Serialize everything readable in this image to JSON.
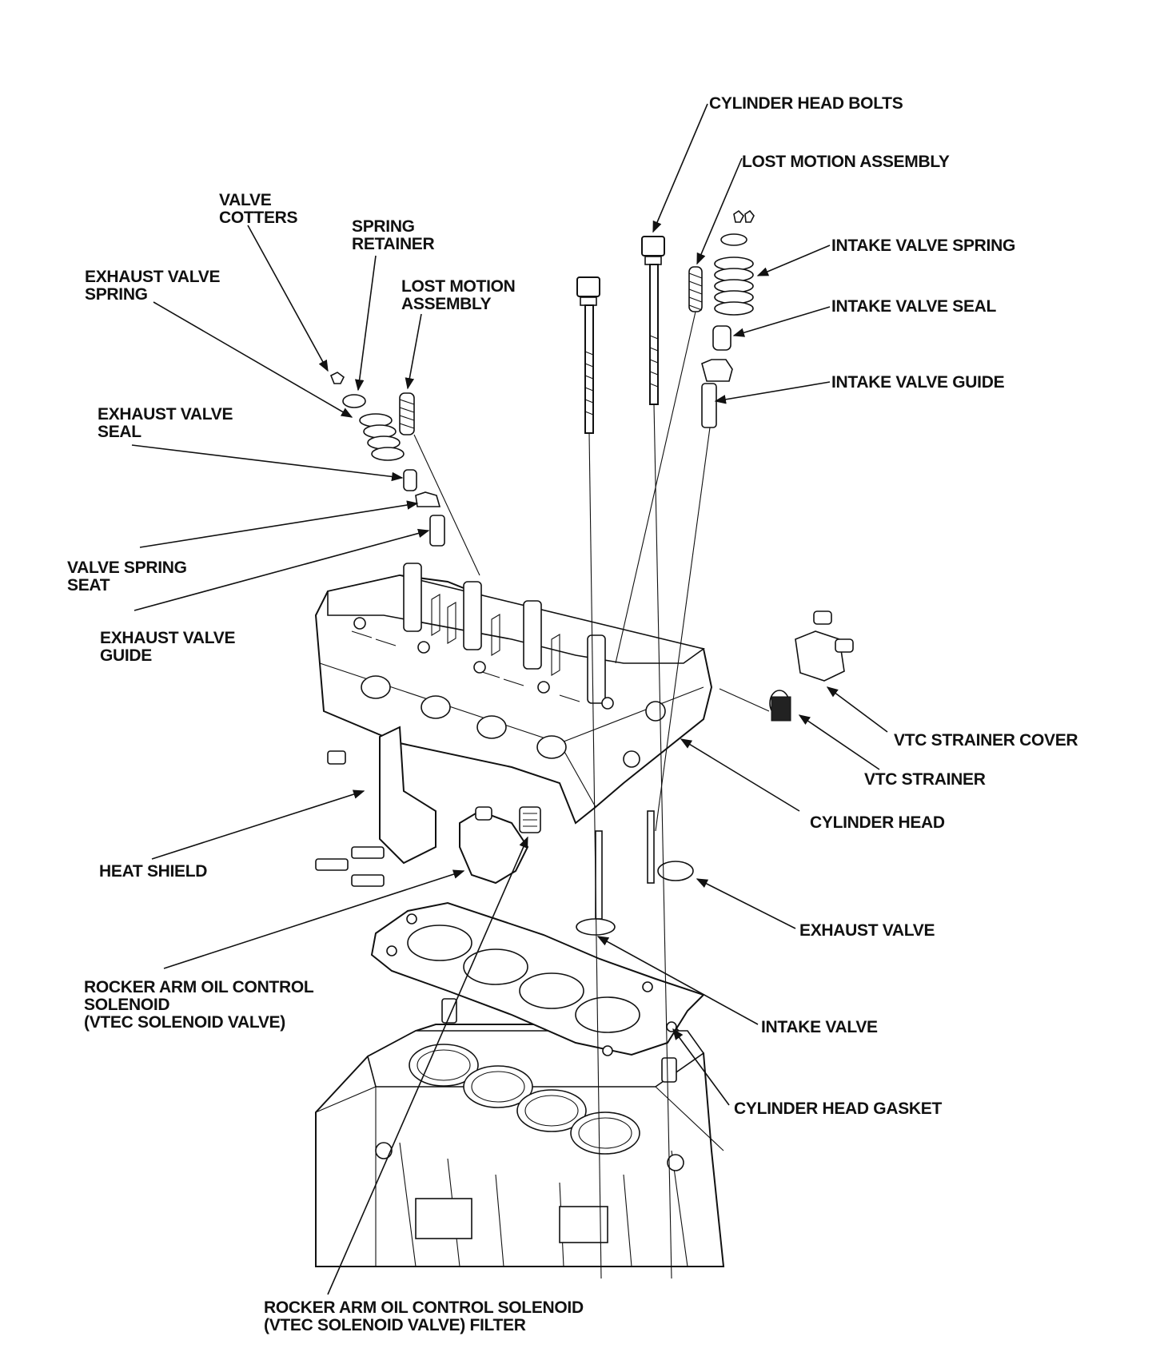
{
  "diagram": {
    "labels": {
      "cylinder_head_bolts": [
        "CYLINDER HEAD BOLTS"
      ],
      "lost_motion_assembly_right": [
        "LOST MOTION ASSEMBLY"
      ],
      "intake_valve_spring": [
        "INTAKE VALVE SPRING"
      ],
      "intake_valve_seal": [
        "INTAKE VALVE SEAL"
      ],
      "intake_valve_guide": [
        "INTAKE VALVE GUIDE"
      ],
      "valve_cotters": [
        "VALVE",
        "COTTERS"
      ],
      "spring_retainer": [
        "SPRING",
        "RETAINER"
      ],
      "exhaust_valve_spring": [
        "EXHAUST VALVE",
        "SPRING"
      ],
      "lost_motion_assembly_left": [
        "LOST MOTION",
        "ASSEMBLY"
      ],
      "exhaust_valve_seal": [
        "EXHAUST VALVE",
        "SEAL"
      ],
      "valve_spring_seat": [
        "VALVE SPRING",
        "SEAT"
      ],
      "exhaust_valve_guide": [
        "EXHAUST VALVE",
        "GUIDE"
      ],
      "vtc_strainer_cover": [
        "VTC STRAINER COVER"
      ],
      "vtc_strainer": [
        "VTC STRAINER"
      ],
      "cylinder_head": [
        "CYLINDER HEAD"
      ],
      "heat_shield": [
        "HEAT SHIELD"
      ],
      "exhaust_valve": [
        "EXHAUST VALVE"
      ],
      "rocker_arm_solenoid": [
        "ROCKER ARM OIL CONTROL",
        "SOLENOID",
        "(VTEC SOLENOID VALVE)"
      ],
      "intake_valve": [
        "INTAKE VALVE"
      ],
      "cylinder_head_gasket": [
        "CYLINDER HEAD GASKET"
      ],
      "rocker_arm_solenoid_filter": [
        "ROCKER ARM OIL CONTROL SOLENOID",
        "(VTEC SOLENOID VALVE) FILTER"
      ]
    }
  }
}
